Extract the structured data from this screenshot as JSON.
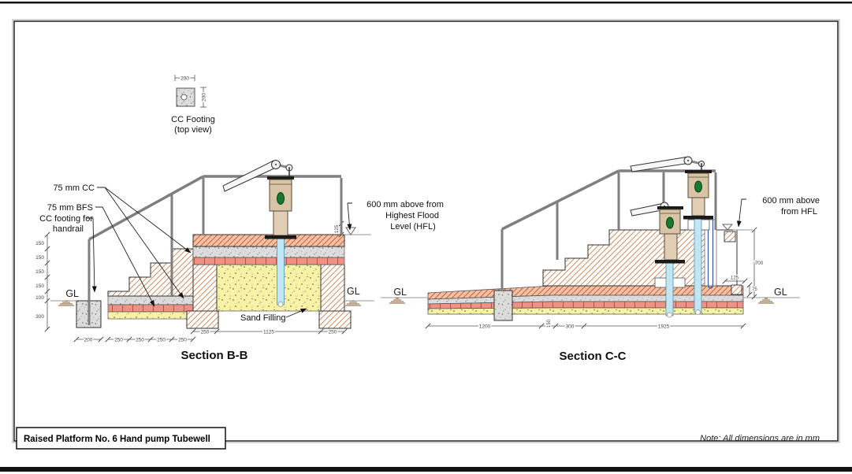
{
  "drawing": {
    "title_block": "Raised Platform No. 6 Hand pump Tubewell",
    "note": "Note: All dimensions are in mm"
  },
  "footing_detail": {
    "title": "CC Footing",
    "subtitle": "(top view)",
    "dim_width": "200",
    "dim_height": "200"
  },
  "section_bb": {
    "title": "Section B-B",
    "labels": {
      "cc": "75 mm CC",
      "bfs": "75 mm BFS",
      "footing_line1": "CC footing for",
      "footing_line2": "handrail",
      "sand": "Sand Filling",
      "gl": "GL",
      "hfl_line1": "600 mm above from",
      "hfl_line2": "Highest Flood",
      "hfl_line3": "Level (HFL)",
      "hfl_offset": "125"
    },
    "left_dims": [
      "150",
      "150",
      "150",
      "150",
      "100",
      "300"
    ],
    "stair_dims": [
      "200",
      "250",
      "250",
      "250",
      "250"
    ],
    "base_dims": [
      "250",
      "1125",
      "250"
    ]
  },
  "section_cc": {
    "title": "Section C-C",
    "labels": {
      "gl": "GL",
      "hfl_line1": "600 mm above",
      "hfl_line2": "from HFL"
    },
    "base_dims": [
      "1200",
      "150",
      "300",
      "1925"
    ],
    "right_dims": {
      "height": "700",
      "inset": "125",
      "step": "75"
    }
  },
  "palette": {
    "hatch_line": "#c8824f",
    "coping_fill": "#f6c0a6",
    "brick_fill": "#ef9286",
    "concrete_fill": "#dddddd",
    "sand_fill": "#f8f2a6",
    "pipe_fill": "#c2e7f4",
    "pump_body": "#d8c4a6",
    "spout_green": "#157a2e",
    "rail_gray": "#7f7f7f"
  }
}
